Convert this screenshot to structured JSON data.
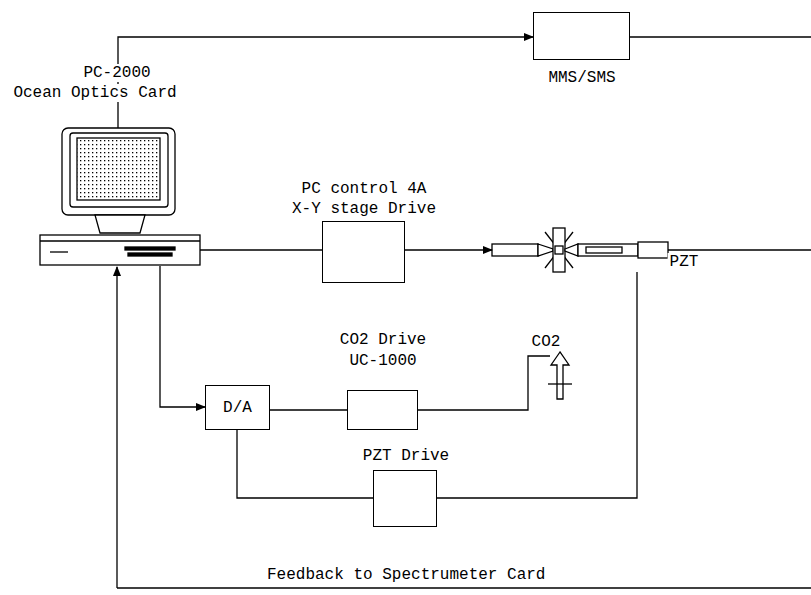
{
  "diagram": {
    "nodes": [
      {
        "text": [
          "PC-2000",
          "Ocean Optics Card"
        ]
      },
      {
        "text": [
          "MMS/SMS"
        ]
      },
      {
        "text": [
          "PC control 4A",
          "X-Y stage Drive"
        ]
      },
      {
        "text": [
          "PZT"
        ]
      },
      {
        "text": [
          "CO2"
        ]
      },
      {
        "text": [
          "D/A"
        ]
      },
      {
        "text": [
          "CO2 Drive",
          "UC-1000"
        ]
      },
      {
        "text": [
          "PZT Drive"
        ]
      }
    ],
    "edges": [
      {
        "from": 0,
        "to": 1,
        "arrow": "to"
      },
      {
        "from": 0,
        "to": 2,
        "arrow": "none"
      },
      {
        "from": 2,
        "to": 3,
        "arrow": "to"
      },
      {
        "from": 0,
        "to": 5,
        "arrow": "to"
      },
      {
        "from": 5,
        "to": 6,
        "arrow": "none"
      },
      {
        "from": 6,
        "to": 4,
        "arrow": "none"
      },
      {
        "from": 5,
        "to": 7,
        "arrow": "none"
      },
      {
        "from": 7,
        "to": 3,
        "arrow": "none"
      }
    ],
    "labels": [
      "Feedback to Spectrumeter Card"
    ]
  }
}
